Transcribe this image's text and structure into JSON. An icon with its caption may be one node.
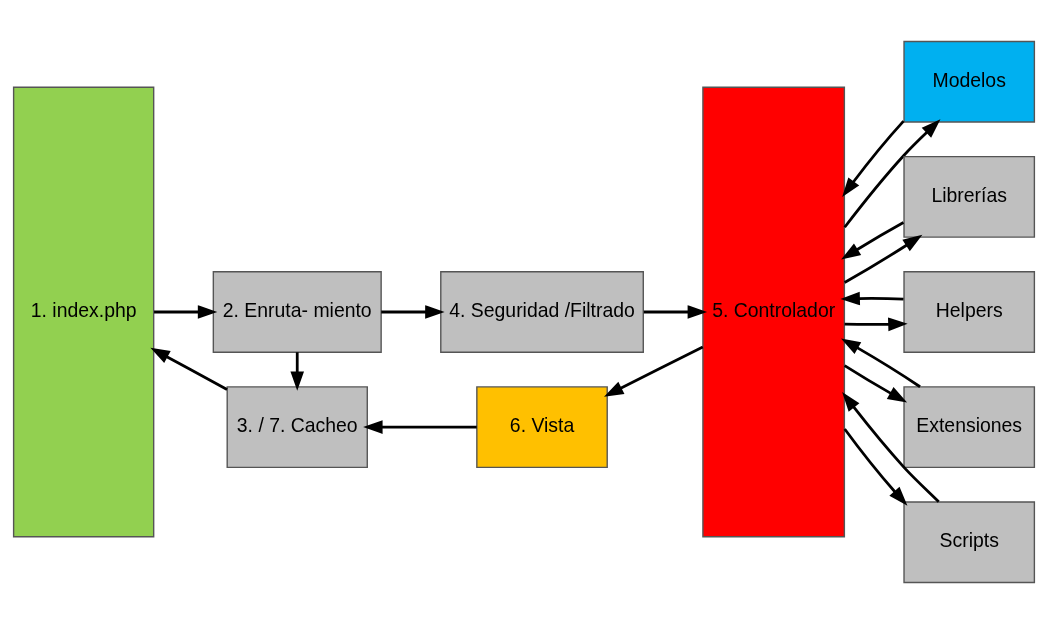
{
  "diagram": {
    "nodes": [
      {
        "text": [
          "1. index.php"
        ]
      },
      {
        "text": [
          "2. Enruta- miento"
        ]
      },
      {
        "text": [
          "4. Seguridad /Filtrado"
        ]
      },
      {
        "text": [
          "3. / 7. Cacheo"
        ]
      },
      {
        "text": [
          "6. Vista"
        ]
      },
      {
        "text": [
          "5. Controlador"
        ]
      },
      {
        "text": [
          "Modelos"
        ]
      },
      {
        "text": [
          "Librerías"
        ]
      },
      {
        "text": [
          "Helpers"
        ]
      },
      {
        "text": [
          "Extensiones"
        ]
      },
      {
        "text": [
          "Scripts"
        ]
      }
    ],
    "edges": [
      {
        "from": 0,
        "to": 1,
        "arrow": "to"
      },
      {
        "from": 1,
        "to": 2,
        "arrow": "to"
      },
      {
        "from": 2,
        "to": 5,
        "arrow": "to"
      },
      {
        "from": 1,
        "to": 3,
        "arrow": "to"
      },
      {
        "from": 5,
        "to": 4,
        "arrow": "to"
      },
      {
        "from": 4,
        "to": 3,
        "arrow": "to"
      },
      {
        "from": 3,
        "to": 0,
        "arrow": "to"
      },
      {
        "from": 5,
        "to": 6,
        "arrow": "to"
      },
      {
        "from": 6,
        "to": 5,
        "arrow": "to"
      },
      {
        "from": 5,
        "to": 7,
        "arrow": "to"
      },
      {
        "from": 7,
        "to": 5,
        "arrow": "to"
      },
      {
        "from": 5,
        "to": 8,
        "arrow": "to"
      },
      {
        "from": 8,
        "to": 5,
        "arrow": "to"
      },
      {
        "from": 5,
        "to": 9,
        "arrow": "to"
      },
      {
        "from": 9,
        "to": 5,
        "arrow": "to"
      },
      {
        "from": 5,
        "to": 10,
        "arrow": "to"
      },
      {
        "from": 10,
        "to": 5,
        "arrow": "to"
      }
    ]
  }
}
